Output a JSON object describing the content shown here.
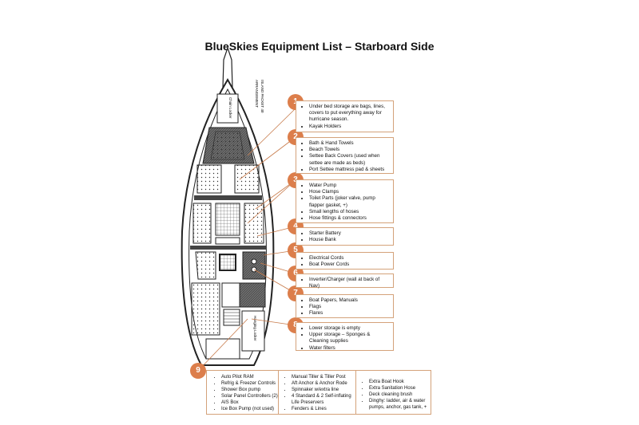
{
  "title": "BlueSkies Equipment List – Starboard Side",
  "plan_labels": {
    "arrangement": "ARRANGEMENT",
    "island_packet": "ISLAND PACKET 40",
    "chain_locker": "Chain Locker",
    "hanging_locker": "Hanging Locker"
  },
  "callouts": [
    {
      "num": "1",
      "items": [
        "Under bed storage are bags, lines, covers to put everything away for hurricane season.",
        "Kayak Holders"
      ]
    },
    {
      "num": "2",
      "items": [
        "Bath & Hand Towels",
        "Beach Towels",
        "Settee Back Covers (used when settee are made as beds)",
        "Port Settee mattress pad & sheets"
      ]
    },
    {
      "num": "3",
      "items": [
        "Water Pump",
        "Hose Clamps",
        "Toilet Parts (joker valve, pump flapper gasket, +)",
        "Small lengths of hoses",
        "Hose fittings & connectors"
      ]
    },
    {
      "num": "4",
      "items": [
        "Starter Battery",
        "House Bank"
      ]
    },
    {
      "num": "5",
      "items": [
        "Electrical Cords",
        "Boat Power Cords"
      ]
    },
    {
      "num": "6",
      "items": [
        "Inverter/Charger (wall at back of Nav)"
      ]
    },
    {
      "num": "7",
      "items": [
        "Boat Papers, Manuals",
        "Flags",
        "Flares"
      ]
    },
    {
      "num": "8",
      "items": [
        "Lower storage is empty",
        "Upper storage – Sponges & Cleaning supplies",
        "Water filters"
      ]
    }
  ],
  "bottom": {
    "num": "9",
    "col1": [
      "Auto Pilot RAM",
      "Refrig & Freezer Controls",
      "Shower Box pump",
      "Solar Panel Controllers (2)",
      "AIS Box",
      "Ice Box Pump (not used)"
    ],
    "col2": [
      "Manual Tiller & Tiller Post",
      "Aft Anchor & Anchor Rode",
      "Spinnaker w/extra line",
      "4 Standard & 2 Self-inflating Life Preservers",
      "Fenders & Lines"
    ],
    "col3": [
      "Extra Boat Hook",
      "Extra Sanitation Hose",
      "Deck cleaning brush",
      "Dinghy: ladder, air & water pumps, anchor, gas tank, +"
    ]
  },
  "colors": {
    "accent": "#dc7e4b",
    "box_border": "#d4a27a",
    "hull": "#222222"
  }
}
